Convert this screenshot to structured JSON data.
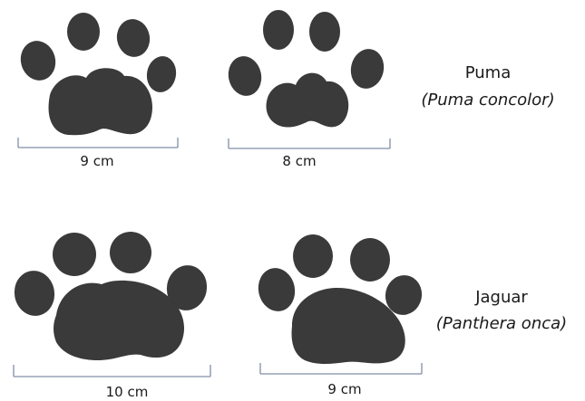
{
  "species": [
    {
      "common_name": "Puma",
      "scientific_name": "(Puma concolor)",
      "tracks": [
        {
          "width_label": "9 cm"
        },
        {
          "width_label": "8 cm"
        }
      ]
    },
    {
      "common_name": "Jaguar",
      "scientific_name": "(Panthera onca)",
      "tracks": [
        {
          "width_label": "10 cm"
        },
        {
          "width_label": "9 cm"
        }
      ]
    }
  ],
  "colors": {
    "paw": "#3a3a3a",
    "scale_line": "#7f8fa6",
    "text": "#1a1a1a",
    "background": "#ffffff"
  },
  "icons": {
    "track": "paw-print-icon",
    "scale": "scale-bar-icon"
  }
}
